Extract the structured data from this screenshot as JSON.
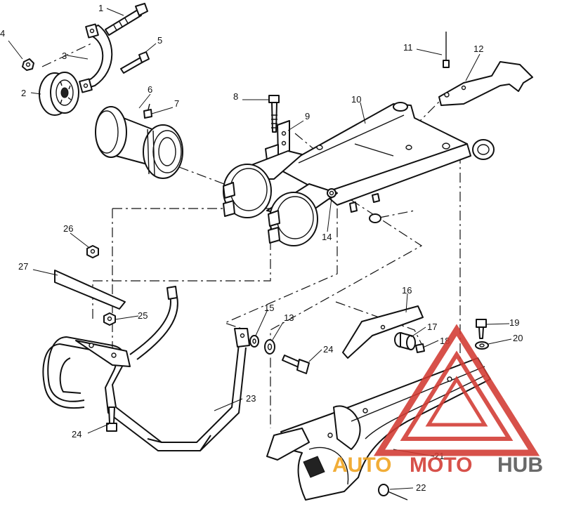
{
  "diagram": {
    "part_numbers": [
      "1",
      "2",
      "3",
      "4",
      "5",
      "6",
      "7",
      "8",
      "9",
      "10",
      "11",
      "12",
      "13",
      "14",
      "15",
      "16",
      "17",
      "18",
      "19",
      "20",
      "21",
      "22",
      "23",
      "24",
      "24",
      "25",
      "26",
      "27"
    ]
  },
  "watermark": {
    "word_auto": "AUTO",
    "word_moto": "MOTO",
    "word_hub": "HUB",
    "color_red": "#d23a32",
    "color_orange": "#f0a21c",
    "color_gray": "#555555"
  }
}
